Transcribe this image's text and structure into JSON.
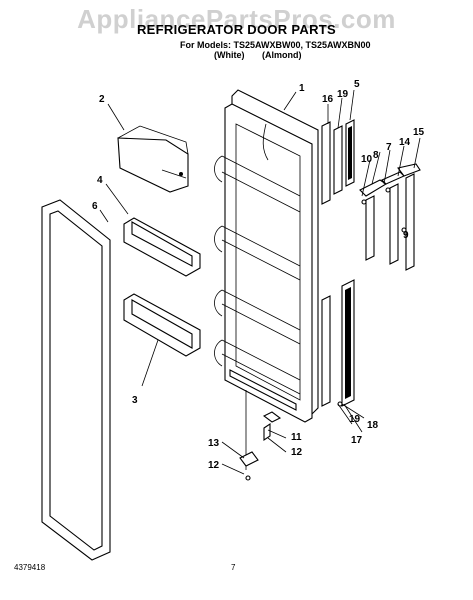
{
  "watermark": "AppliancePartsPros.com",
  "header": {
    "title": "REFRIGERATOR DOOR PARTS",
    "subtitle": "For Models: TS25AWXBW00, TS25AWXBN00",
    "variant_white": "(White)",
    "variant_almond": "(Almond)"
  },
  "callouts": [
    "1",
    "2",
    "3",
    "4",
    "5",
    "6",
    "7",
    "8",
    "9",
    "10",
    "11",
    "12",
    "12",
    "13",
    "14",
    "15",
    "16",
    "17",
    "18",
    "19",
    "19"
  ],
  "footer": {
    "doc_number": "4379418",
    "page_number": "7"
  }
}
